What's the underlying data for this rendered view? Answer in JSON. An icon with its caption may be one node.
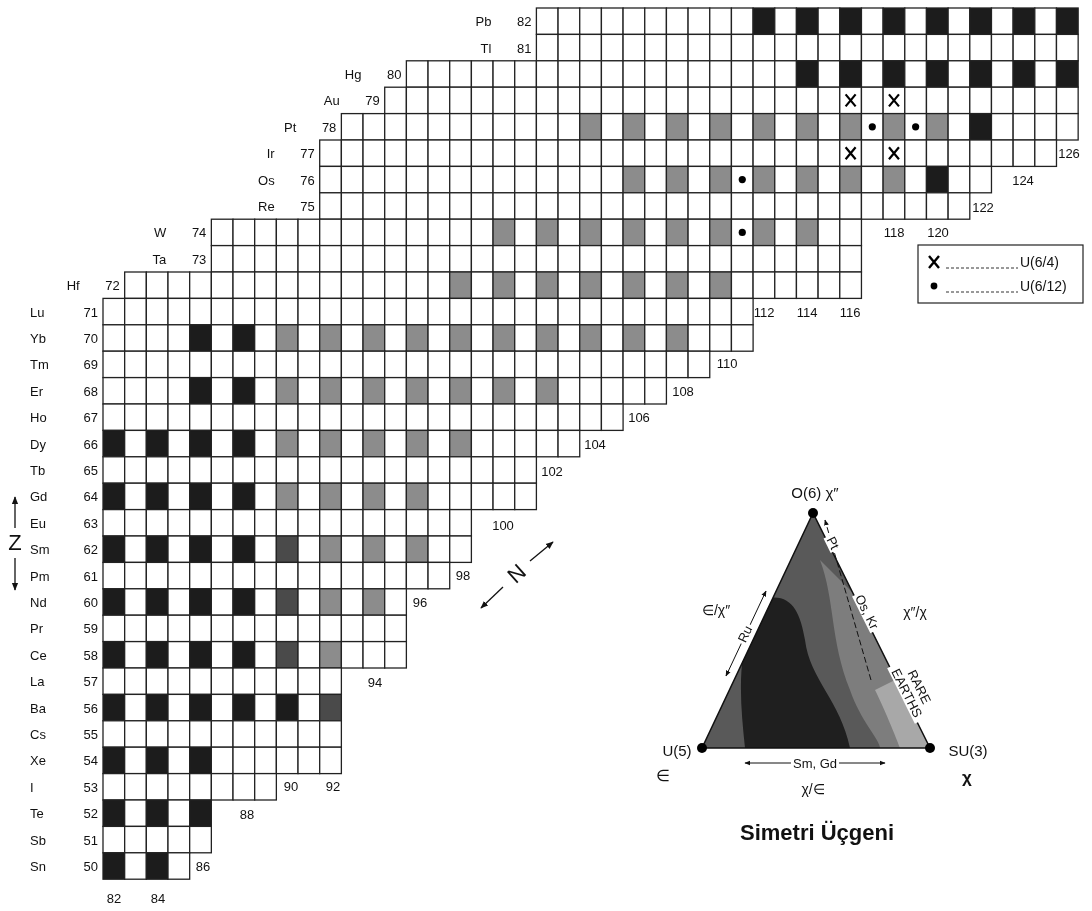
{
  "diagram": {
    "caption": "Simetri Üçgeni",
    "labels": [
      "Pb",
      "82",
      "Tl",
      "81",
      "Hg",
      "80",
      "Au",
      "79",
      "Pt",
      "78",
      "Ir",
      "77",
      "Os",
      "76",
      "Re",
      "75",
      "W",
      "74",
      "Ta",
      "73",
      "Hf",
      "72",
      "Lu",
      "71",
      "Yb",
      "70",
      "Tm",
      "69",
      "Er",
      "68",
      "Ho",
      "67",
      "Dy",
      "66",
      "Tb",
      "65",
      "Gd",
      "64",
      "Eu",
      "63",
      "Sm",
      "62",
      "Pm",
      "61",
      "Nd",
      "60",
      "Pr",
      "59",
      "Ce",
      "58",
      "La",
      "57",
      "Ba",
      "56",
      "Cs",
      "55",
      "Xe",
      "54",
      "I",
      "53",
      "Te",
      "52",
      "Sb",
      "51",
      "Sn",
      "50",
      "126",
      "124",
      "122",
      "118",
      "120",
      "112",
      "114",
      "116",
      "110",
      "108",
      "106",
      "104",
      "102",
      "100",
      "98",
      "96",
      "94",
      "90",
      "92",
      "88",
      "86",
      "82",
      "84",
      "Z",
      "N",
      "O(6) χ″",
      "∈/χ″",
      "χ″/χ",
      "Pt",
      "Os, Kr",
      "Ru",
      "RARE EARTHS",
      "U(5)",
      "SU(3)",
      "Sm, Gd",
      "∈",
      "χ",
      "χ/∈"
    ],
    "legend": [
      {
        "text": "U(6/4)"
      },
      {
        "text": "U(6/12)"
      }
    ]
  }
}
